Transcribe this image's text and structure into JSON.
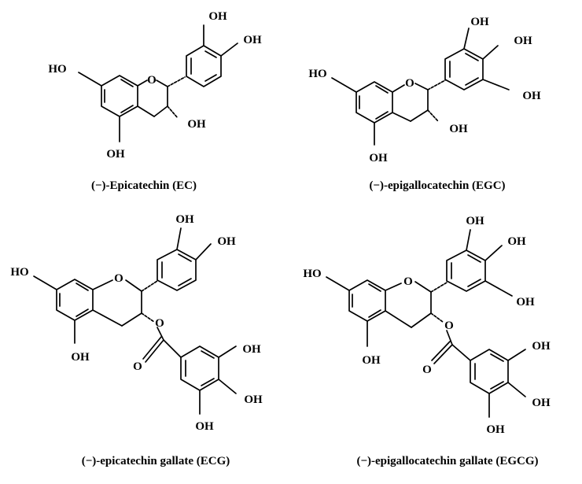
{
  "atom_labels": {
    "hydroxyl": "OH",
    "hydroxyl_left": "HO",
    "ring_oxygen": "O",
    "ester_oxygen": "O",
    "carbonyl_oxygen": "O"
  },
  "structures": [
    {
      "caption": "(−)-Epicatechin (EC)"
    },
    {
      "caption": "(−)-epigallocatechin (EGC)"
    },
    {
      "caption": "(−)-epicatechin gallate (ECG)"
    },
    {
      "caption": "(−)-epigallocatechin gallate (EGCG)"
    }
  ]
}
